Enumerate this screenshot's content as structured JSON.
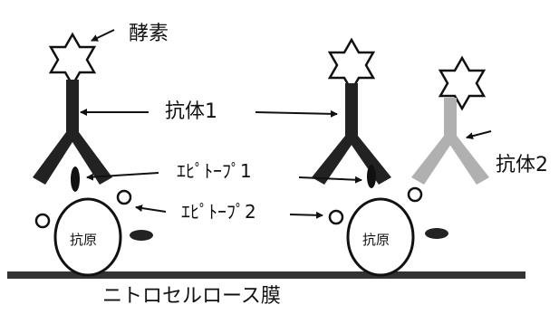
{
  "labels": {
    "enzyme": "酵素",
    "antibody1": "抗体1",
    "antibody2": "抗体2",
    "epitope1": "ｴﾋﾟﾄｰﾌﾟ1",
    "epitope2": "ｴﾋﾟﾄｰﾌﾟ2",
    "antigen_left": "抗原",
    "antigen_right": "抗原",
    "membrane": "ニトロセルロース膜"
  },
  "colors": {
    "antibody1": "#222222",
    "antibody2": "#b0b0b0",
    "outline": "#111111",
    "membrane": "#333333"
  }
}
